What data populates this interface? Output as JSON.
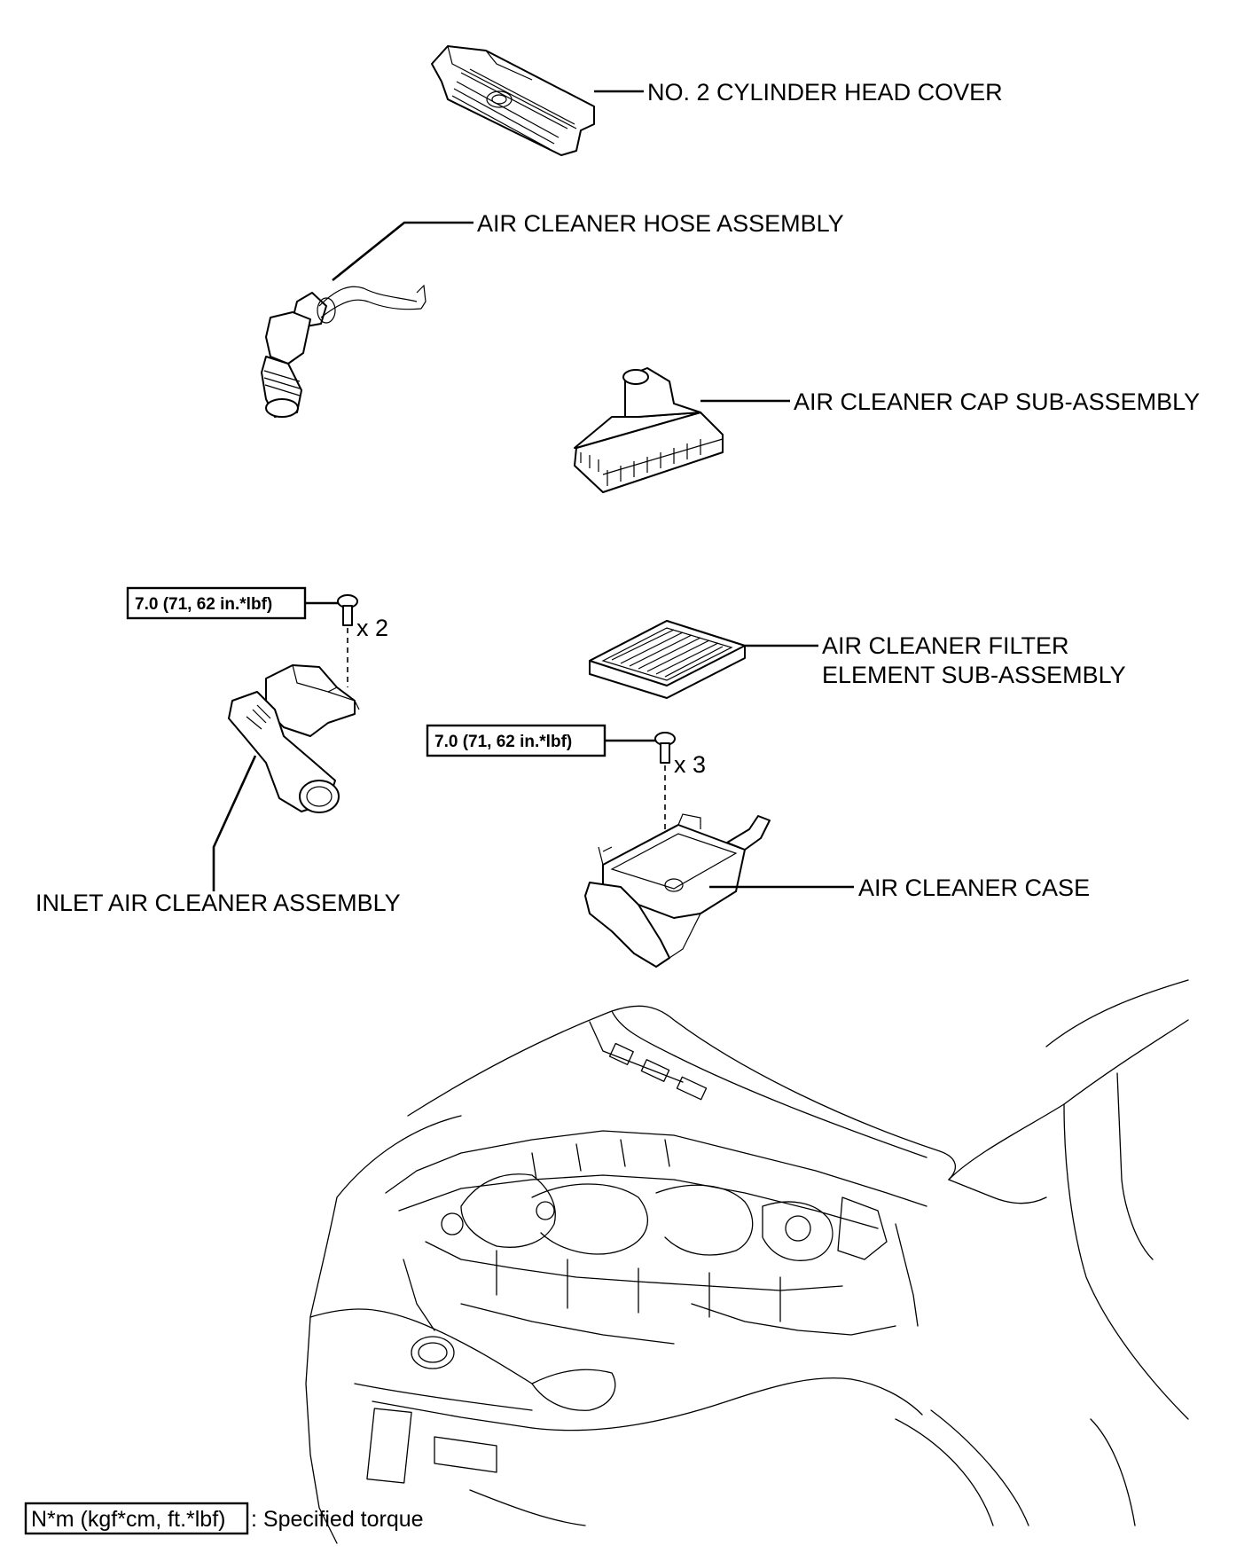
{
  "labels": {
    "cylinder_head_cover": "NO. 2 CYLINDER HEAD COVER",
    "air_cleaner_hose": "AIR CLEANER HOSE ASSEMBLY",
    "air_cleaner_cap": "AIR CLEANER CAP SUB-ASSEMBLY",
    "filter_element_line1": "AIR CLEANER FILTER",
    "filter_element_line2": "ELEMENT SUB-ASSEMBLY",
    "air_cleaner_case": "AIR CLEANER CASE",
    "inlet_air_cleaner": "INLET AIR CLEANER ASSEMBLY"
  },
  "torque": {
    "inlet_bolt": "7.0 (71, 62 in.*lbf)",
    "inlet_bolt_qty": "x 2",
    "case_bolt": "7.0 (71, 62 in.*lbf)",
    "case_bolt_qty": "x 3"
  },
  "legend": {
    "unit_box": "N*m (kgf*cm, ft.*lbf)",
    "description": ": Specified torque"
  }
}
